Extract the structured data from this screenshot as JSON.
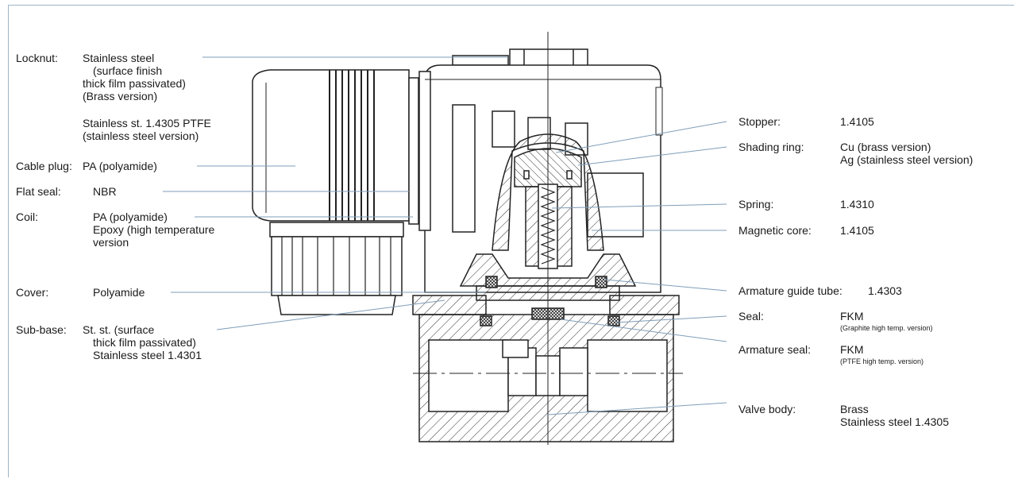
{
  "left_labels": {
    "locknut": {
      "name": "Locknut:",
      "lines": [
        "Stainless steel",
        "(surface finish",
        "thick film passivated)",
        "(Brass version)"
      ],
      "alt": [
        "Stainless st. 1.4305 PTFE",
        "(stainless steel version)"
      ]
    },
    "cable_plug": {
      "name": "Cable plug:",
      "value": "PA (polyamide)"
    },
    "flat_seal": {
      "name": "Flat seal:",
      "value": "NBR"
    },
    "coil": {
      "name": "Coil:",
      "lines": [
        "PA (polyamide)",
        "Epoxy (high temperature",
        "version"
      ]
    },
    "cover": {
      "name": "Cover:",
      "value": "Polyamide"
    },
    "sub_base": {
      "name": "Sub-base:",
      "lines": [
        "St. st. (surface",
        "thick film passivated)",
        "Stainless steel 1.4301"
      ]
    }
  },
  "right_labels": {
    "stopper": {
      "name": "Stopper:",
      "value": "1.4105"
    },
    "shading_ring": {
      "name": "Shading ring:",
      "lines": [
        "Cu (brass version)",
        "Ag (stainless steel version)"
      ]
    },
    "spring": {
      "name": "Spring:",
      "value": "1.4310"
    },
    "magnetic_core": {
      "name": "Magnetic core:",
      "value": "1.4105"
    },
    "armature_guide_tube": {
      "name": "Armature guide tube:",
      "value": "1.4303"
    },
    "seal": {
      "name": "Seal:",
      "value": "FKM",
      "note": "(Graphite high temp. version)"
    },
    "armature_seal": {
      "name": "Armature seal:",
      "value": "FKM",
      "note": "(PTFE high temp. version)"
    },
    "valve_body": {
      "name": "Valve body:",
      "lines": [
        "Brass",
        "Stainless steel 1.4305"
      ]
    }
  },
  "colors": {
    "leader": "#7f9db8",
    "ink": "#222222",
    "hatch": "#333333",
    "frame": "#9fb3c6"
  }
}
